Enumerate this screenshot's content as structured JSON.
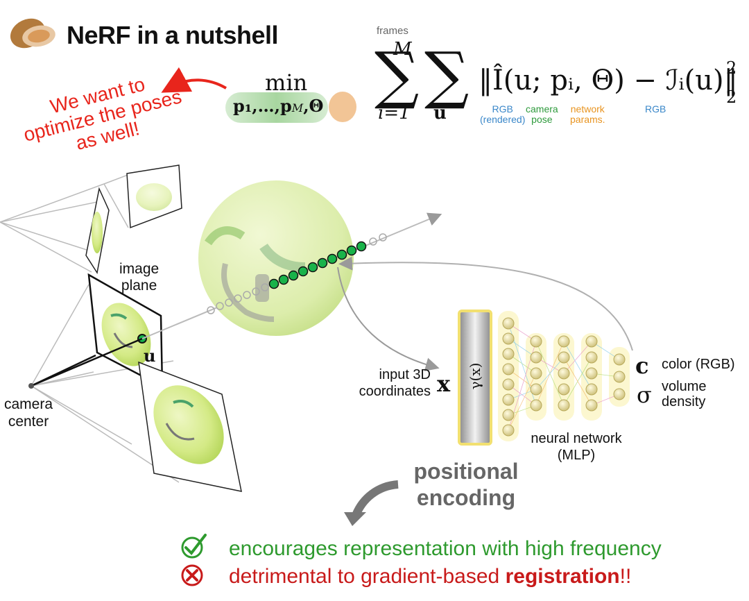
{
  "title": "NeRF in a nutshell",
  "equation": {
    "frames_label": "frames",
    "upper_limit": "M",
    "min_word": "min",
    "min_subscript": "p₁,…,p",
    "min_subscript_M": "M",
    "theta": "Θ",
    "sum_lower_i": "i=1",
    "sum_lower_u": "u",
    "norm_expression": "‖Î(u; pᵢ, Θ) − ℐᵢ(u)‖",
    "superscript": "2",
    "subscript": "2",
    "term_labels": {
      "rgb_rendered": [
        "RGB",
        "(rendered)"
      ],
      "camera_pose": [
        "camera",
        "pose"
      ],
      "network_params": [
        "network",
        "params."
      ],
      "rgb": [
        "RGB"
      ]
    }
  },
  "annotation": {
    "red_note": "We want to optimize the poses as well!"
  },
  "diagram": {
    "image_plane": [
      "image",
      "plane"
    ],
    "pixel_label": "u",
    "camera_center": [
      "camera",
      "center"
    ],
    "input_3d": [
      "input 3D",
      "coordinates"
    ],
    "x_symbol": "x",
    "gamma_label": "γ(x)",
    "output_c": "c",
    "output_sigma": "σ",
    "color_label": "color (RGB)",
    "density_label": [
      "volume",
      "density"
    ],
    "nn_label": [
      "neural network",
      "(MLP)"
    ],
    "pe_label": [
      "positional",
      "encoding"
    ]
  },
  "bullets": {
    "good": "encourages representation with high frequency",
    "bad_prefix": "detrimental to gradient-based ",
    "bad_bold": "registration",
    "bad_suffix": "!!"
  },
  "colors": {
    "green": "#2e9a2e",
    "red": "#e8251c",
    "orange": "#e89420",
    "blue": "#3a87c9"
  }
}
